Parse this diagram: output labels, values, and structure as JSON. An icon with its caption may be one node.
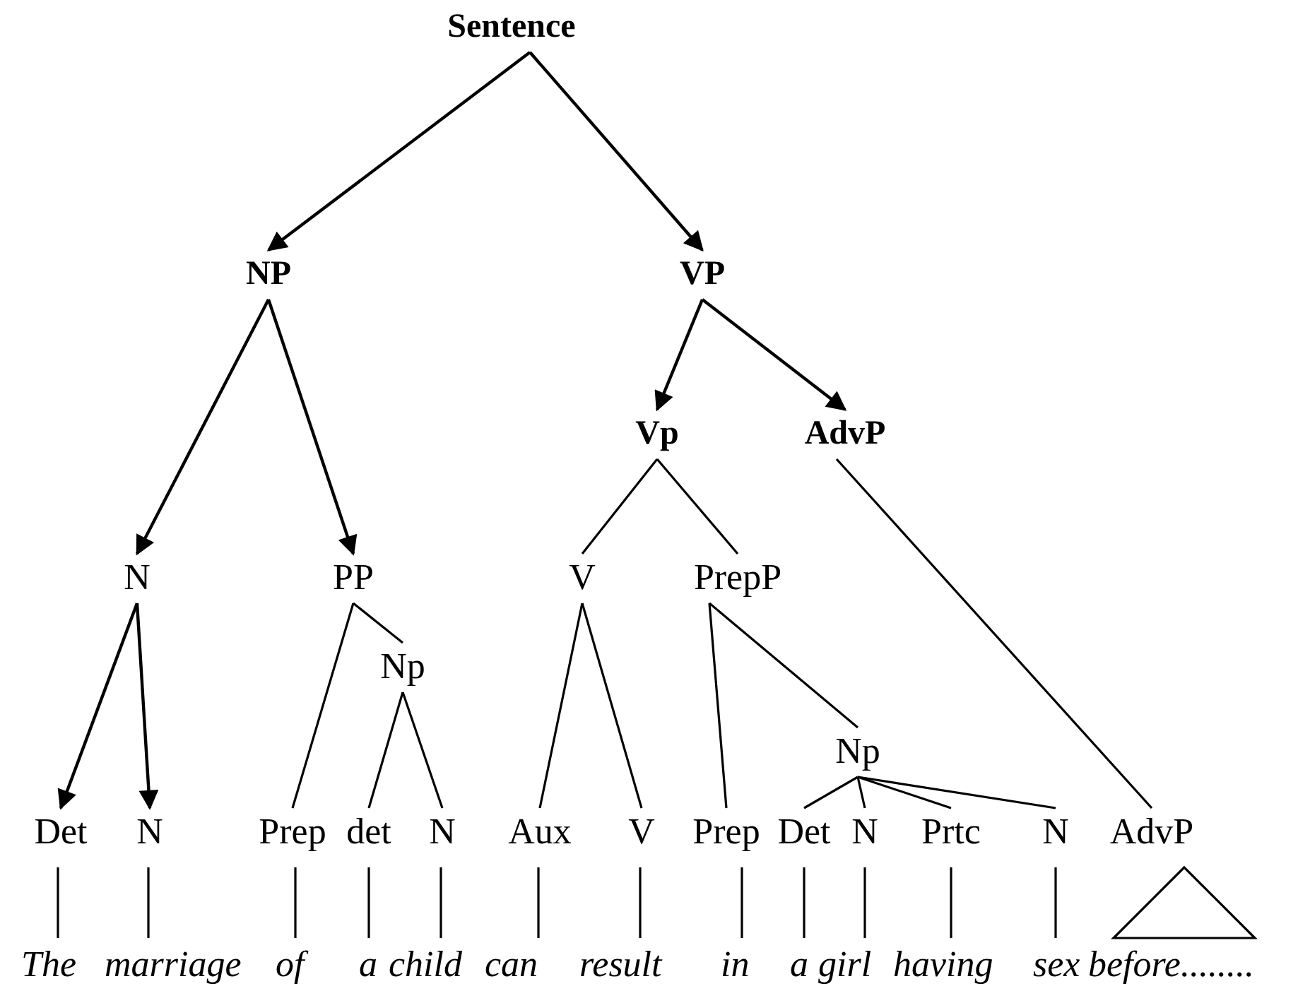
{
  "diagram": {
    "nodes": [
      {
        "text": [
          "Sentence"
        ]
      },
      {
        "text": [
          "NP"
        ]
      },
      {
        "text": [
          "VP"
        ]
      },
      {
        "text": [
          "Vp"
        ]
      },
      {
        "text": [
          "AdvP"
        ]
      },
      {
        "text": [
          "N"
        ]
      },
      {
        "text": [
          "PP"
        ]
      },
      {
        "text": [
          "V"
        ]
      },
      {
        "text": [
          "PrepP"
        ]
      },
      {
        "text": [
          "Np"
        ]
      },
      {
        "text": [
          "Np"
        ]
      },
      {
        "text": [
          "Det"
        ]
      },
      {
        "text": [
          "N"
        ]
      },
      {
        "text": [
          "Prep"
        ]
      },
      {
        "text": [
          "det"
        ]
      },
      {
        "text": [
          "N"
        ]
      },
      {
        "text": [
          "Aux"
        ]
      },
      {
        "text": [
          "V"
        ]
      },
      {
        "text": [
          "Prep"
        ]
      },
      {
        "text": [
          "Det"
        ]
      },
      {
        "text": [
          "N"
        ]
      },
      {
        "text": [
          "Prtc"
        ]
      },
      {
        "text": [
          "N"
        ]
      },
      {
        "text": [
          "AdvP"
        ]
      },
      {
        "text": [
          "The"
        ]
      },
      {
        "text": [
          "marriage"
        ]
      },
      {
        "text": [
          "of"
        ]
      },
      {
        "text": [
          "a"
        ]
      },
      {
        "text": [
          "child"
        ]
      },
      {
        "text": [
          "can"
        ]
      },
      {
        "text": [
          "result"
        ]
      },
      {
        "text": [
          "in"
        ]
      },
      {
        "text": [
          "a"
        ]
      },
      {
        "text": [
          "girl"
        ]
      },
      {
        "text": [
          "having"
        ]
      },
      {
        "text": [
          "sex"
        ]
      },
      {
        "text": [
          "before........"
        ]
      },
      {
        "text": [],
        "shape": "triangle"
      }
    ],
    "edges": [
      {
        "from": 0,
        "to": 1,
        "arrow": "to"
      },
      {
        "from": 0,
        "to": 2,
        "arrow": "to"
      },
      {
        "from": 1,
        "to": 5,
        "arrow": "to"
      },
      {
        "from": 1,
        "to": 6,
        "arrow": "to"
      },
      {
        "from": 2,
        "to": 3,
        "arrow": "to"
      },
      {
        "from": 2,
        "to": 4,
        "arrow": "to"
      },
      {
        "from": 5,
        "to": 11,
        "arrow": "to"
      },
      {
        "from": 5,
        "to": 12,
        "arrow": "to"
      },
      {
        "from": 6,
        "to": 13,
        "arrow": "none"
      },
      {
        "from": 6,
        "to": 9,
        "arrow": "none"
      },
      {
        "from": 9,
        "to": 14,
        "arrow": "none"
      },
      {
        "from": 9,
        "to": 15,
        "arrow": "none"
      },
      {
        "from": 3,
        "to": 7,
        "arrow": "none"
      },
      {
        "from": 3,
        "to": 8,
        "arrow": "none"
      },
      {
        "from": 7,
        "to": 16,
        "arrow": "none"
      },
      {
        "from": 7,
        "to": 17,
        "arrow": "none"
      },
      {
        "from": 8,
        "to": 18,
        "arrow": "none"
      },
      {
        "from": 8,
        "to": 10,
        "arrow": "none"
      },
      {
        "from": 10,
        "to": 19,
        "arrow": "none"
      },
      {
        "from": 10,
        "to": 20,
        "arrow": "none"
      },
      {
        "from": 10,
        "to": 21,
        "arrow": "none"
      },
      {
        "from": 10,
        "to": 22,
        "arrow": "none"
      },
      {
        "from": 4,
        "to": 23,
        "arrow": "none"
      },
      {
        "from": 11,
        "to": 24,
        "arrow": "none"
      },
      {
        "from": 12,
        "to": 25,
        "arrow": "none"
      },
      {
        "from": 13,
        "to": 26,
        "arrow": "none"
      },
      {
        "from": 14,
        "to": 27,
        "arrow": "none"
      },
      {
        "from": 15,
        "to": 28,
        "arrow": "none"
      },
      {
        "from": 16,
        "to": 29,
        "arrow": "none"
      },
      {
        "from": 17,
        "to": 30,
        "arrow": "none"
      },
      {
        "from": 18,
        "to": 31,
        "arrow": "none"
      },
      {
        "from": 19,
        "to": 32,
        "arrow": "none"
      },
      {
        "from": 20,
        "to": 33,
        "arrow": "none"
      },
      {
        "from": 21,
        "to": 34,
        "arrow": "none"
      },
      {
        "from": 22,
        "to": 35,
        "arrow": "none"
      }
    ]
  }
}
